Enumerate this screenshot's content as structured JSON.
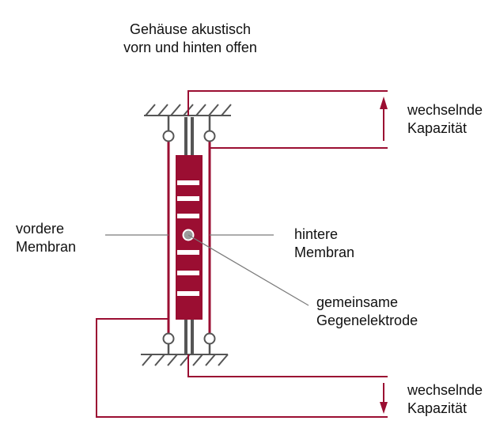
{
  "colors": {
    "accent": "#9b0e32",
    "structure": "#555555",
    "leader": "#7a7a7a",
    "background": "#ffffff",
    "slot": "#ffffff"
  },
  "labels": {
    "housing": [
      "Gehäuse akustisch",
      "vorn und hinten offen"
    ],
    "capacity_top": [
      "wechselnde",
      "Kapazität"
    ],
    "front_membrane": [
      "vordere",
      "Membran"
    ],
    "back_membrane": [
      "hintere",
      "Membran"
    ],
    "counter_electrode": [
      "gemeinsame",
      "Gegenelektrode"
    ],
    "capacity_bottom": [
      "wechselnde",
      "Kapazität"
    ]
  }
}
